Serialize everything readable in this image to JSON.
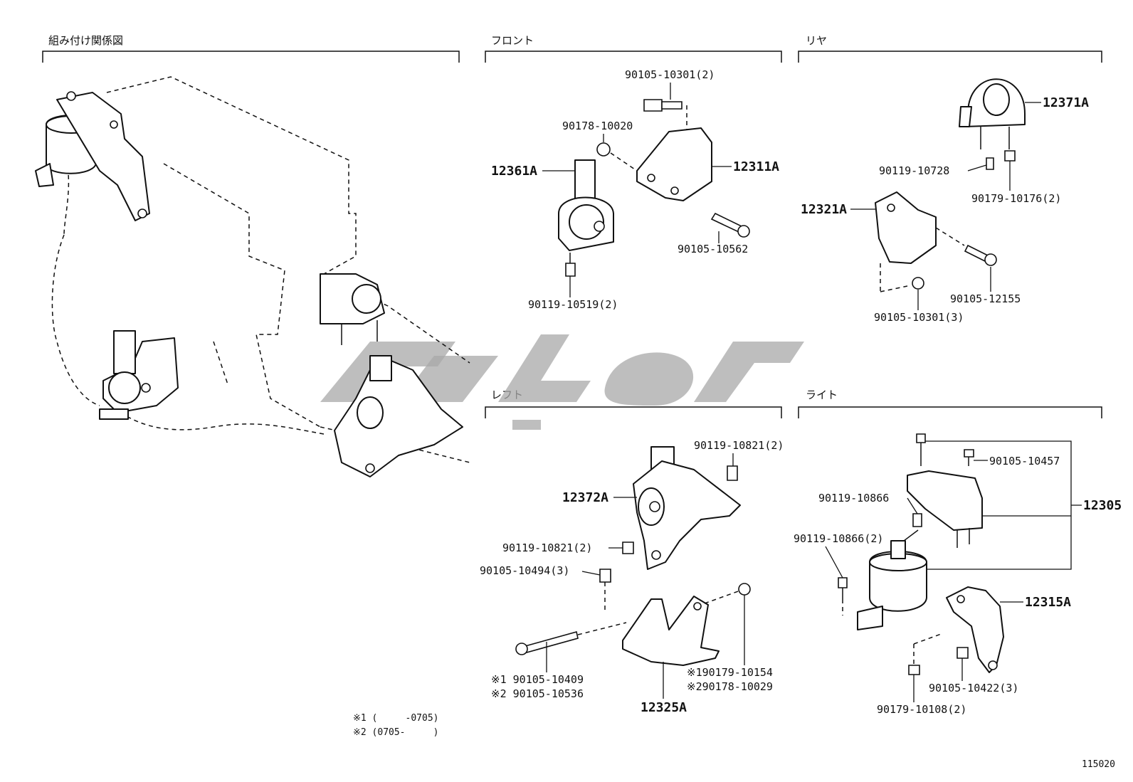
{
  "sections": {
    "assembly": "組み付け関係図",
    "front": "フロント",
    "rear": "リヤ",
    "left": "レフト",
    "right": "ライト"
  },
  "front_parts": {
    "bolt_top": "90105-10301(2)",
    "nut": "90178-10020",
    "insulator": "12361A",
    "bracket": "12311A",
    "bolt_long": "90105-10562",
    "bolt_bottom": "90119-10519(2)"
  },
  "rear_parts": {
    "insulator": "12371A",
    "bolt_a": "90119-10728",
    "nut_a": "90179-10176(2)",
    "bracket": "12321A",
    "bolt_long": "90105-12155",
    "bolt_b": "90105-10301(3)"
  },
  "left_parts": {
    "bolt_top": "90119-10821(2)",
    "insulator": "12372A",
    "bolt_mid": "90119-10821(2)",
    "bolt_c": "90105-10494(3)",
    "bolt_long_1": "※1 90105-10409",
    "bolt_long_2": "※2 90105-10536",
    "nut_1": "※190179-10154",
    "nut_2": "※290178-10029",
    "bracket": "12325A"
  },
  "right_parts": {
    "assembly": "12305",
    "bolt_a": "90105-10457",
    "bolt_b": "90119-10866",
    "bolt_c": "90119-10866(2)",
    "bracket": "12315A",
    "bolt_d": "90105-10422(3)",
    "nut": "90179-10108(2)"
  },
  "notes": {
    "note1": "※1 (     -0705)",
    "note2": "※2 (0705-     )"
  },
  "figure_id": "115020"
}
